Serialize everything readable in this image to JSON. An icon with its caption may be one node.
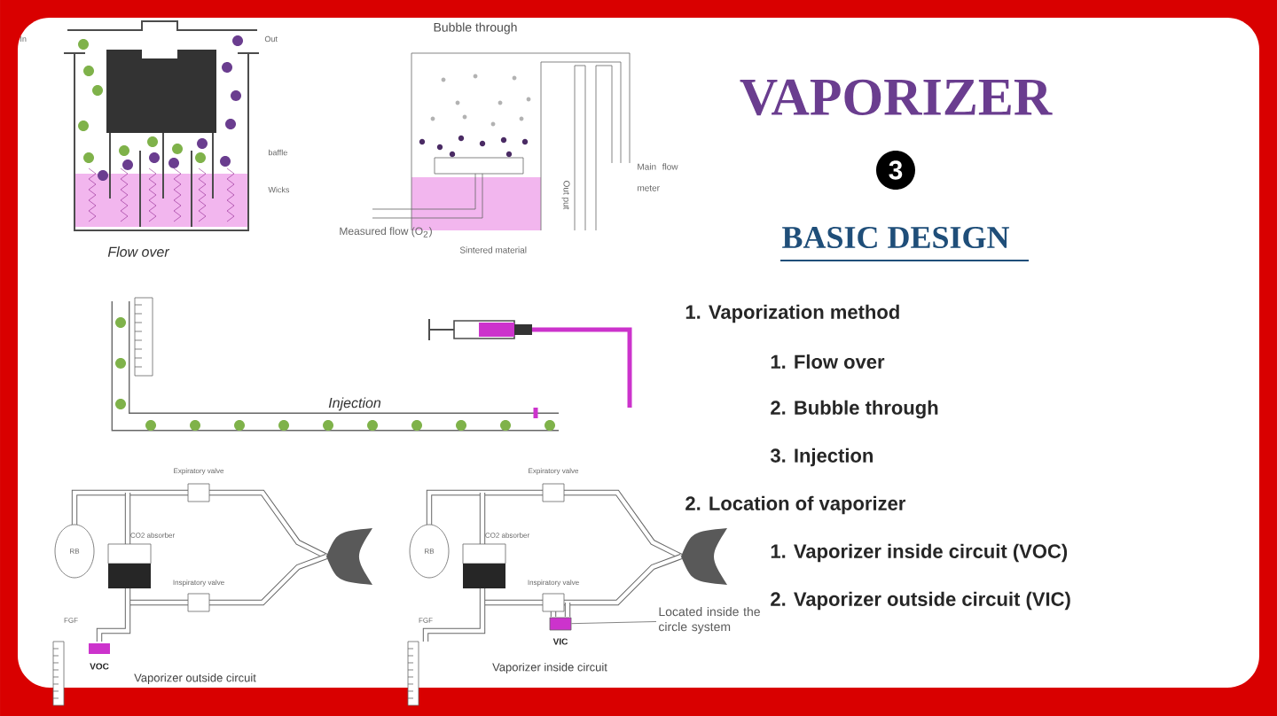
{
  "diagram": {
    "title": "VAPORIZER",
    "nodes": [
      {
        "text": [
          "3"
        ]
      },
      {
        "text": [
          "Located inside the circle system"
        ]
      },
      {
        "text": [],
        "shape": "box"
      }
    ],
    "edges": [
      {
        "from": 1,
        "to": 2,
        "arrow": "none"
      }
    ],
    "labels": [
      "In",
      "Out",
      "baffle",
      "Wicks",
      "Flow over",
      "Bubble through",
      "Main flow meter",
      "Measured flow (O$_{2}$)",
      "Sintered material",
      "Out put",
      "Injection",
      "BASIC DESIGN",
      "1. Vaporization method",
      "1. Flow over",
      "2. Bubble through",
      "3. Injection",
      "2. Location of vaporizer",
      "1. Vaporizer inside circuit (VOC)",
      "2. Vaporizer outside circuit (VIC)",
      "Expiratory valve",
      "RB",
      "CO2 absorber",
      "Inspiratory valve",
      "FGF",
      "VOC",
      "Vaporizer outside circuit",
      "Expiratory valve",
      "RB",
      "CO2 absorber",
      "Inspiratory valve",
      "FGF",
      "VIC",
      "Vaporizer inside circuit"
    ]
  }
}
